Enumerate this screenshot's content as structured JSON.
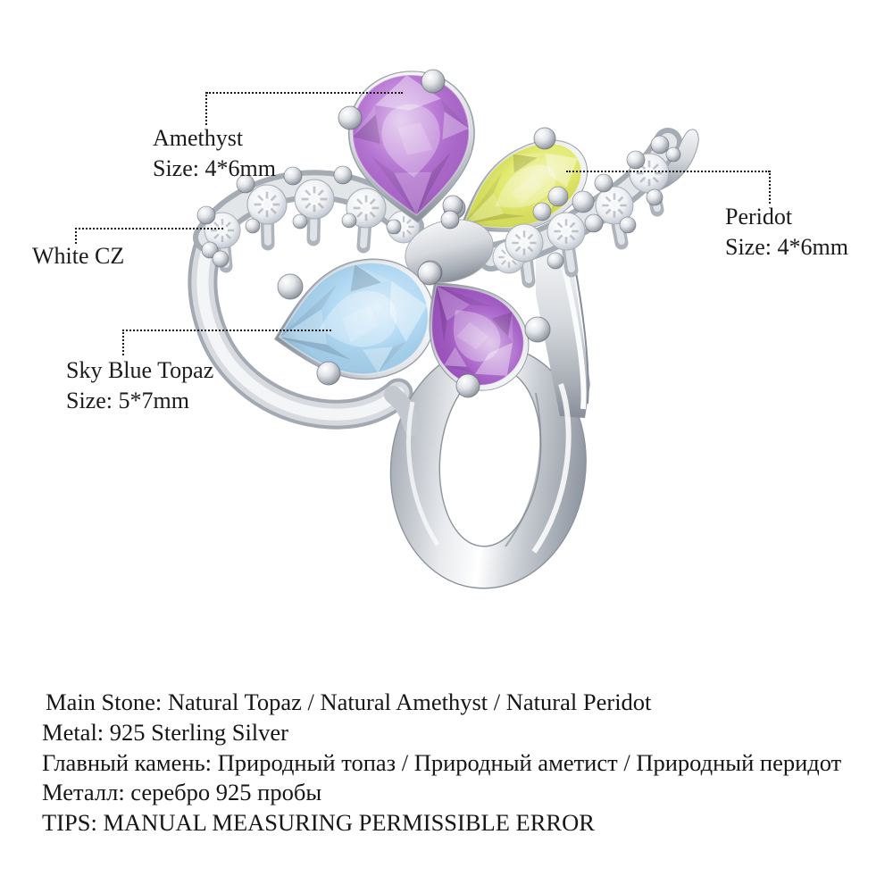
{
  "page": {
    "background": "#ffffff",
    "text_color": "#1b1b1b",
    "callout_line_color": "#1a1a1a"
  },
  "callouts": {
    "amethyst": {
      "name": "Amethyst",
      "size": "Size: 4*6mm"
    },
    "peridot": {
      "name": "Peridot",
      "size": "Size: 4*6mm"
    },
    "white_cz": {
      "name": "White CZ"
    },
    "sky_blue_topaz": {
      "name": "Sky Blue Topaz",
      "size": "Size: 5*7mm"
    }
  },
  "footer": {
    "lines": [
      "Main Stone: Natural Topaz / Natural Amethyst / Natural Peridot",
      "Metal: 925 Sterling Silver",
      "Главный камень: Природный топаз / Природный аметист / Природный перидот",
      "Металл: серебро 925 пробы",
      "TIPS: MANUAL MEASURING PERMISSIBLE ERROR"
    ]
  },
  "ring": {
    "colors": {
      "amethyst": "#b06ad0",
      "small_amethyst": "#a257c5",
      "peridot": "#dfe75f",
      "sky_blue_topaz": "#a9d5f2",
      "white_cz": "#f4f6f8",
      "silver": "#c9cdd3"
    }
  }
}
